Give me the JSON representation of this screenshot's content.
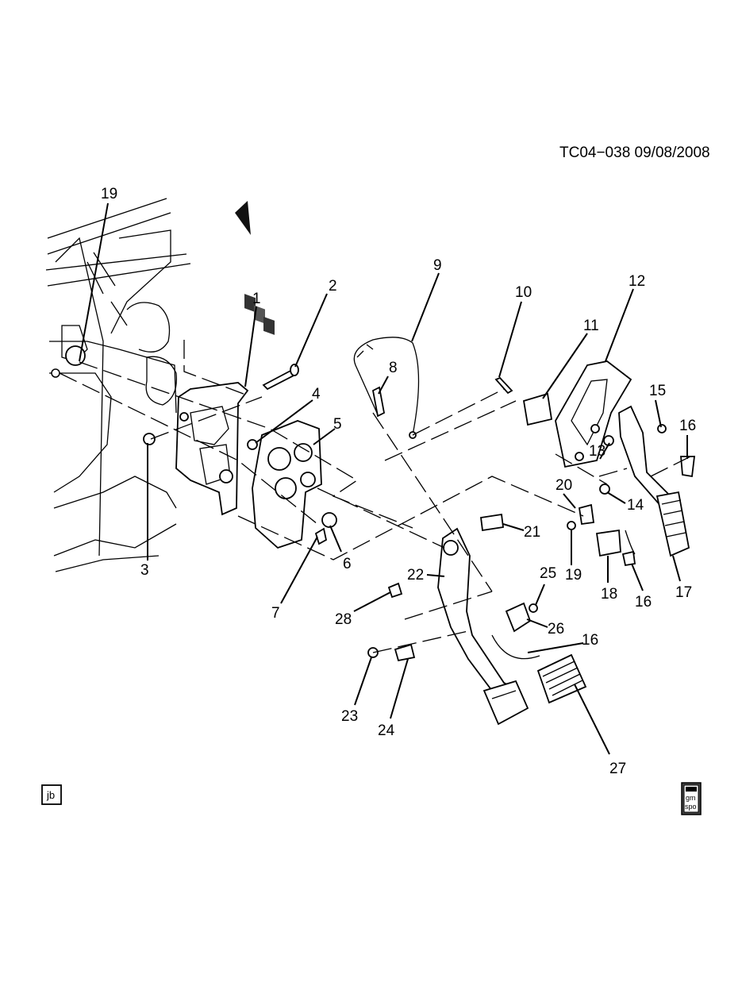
{
  "header": {
    "code": "TC04−038  09/08/2008"
  },
  "callouts": {
    "c1": "1",
    "c2": "2",
    "c3": "3",
    "c4": "4",
    "c5": "5",
    "c6": "6",
    "c7": "7",
    "c8": "8",
    "c9": "9",
    "c10": "10",
    "c11": "11",
    "c12": "12",
    "c13": "13",
    "c14": "14",
    "c15": "15",
    "c16a": "16",
    "c16b": "16",
    "c16c": "16",
    "c17": "17",
    "c18": "18",
    "c19a": "19",
    "c19b": "19",
    "c20": "20",
    "c21": "21",
    "c22": "22",
    "c23": "23",
    "c24": "24",
    "c25": "25",
    "c26": "26",
    "c27": "27",
    "c28": "28"
  },
  "badges": {
    "left": "jb",
    "right_top": "gm",
    "right_bottom": "spo"
  },
  "icons": {
    "front_arrow": "front-direction-arrow-icon"
  }
}
